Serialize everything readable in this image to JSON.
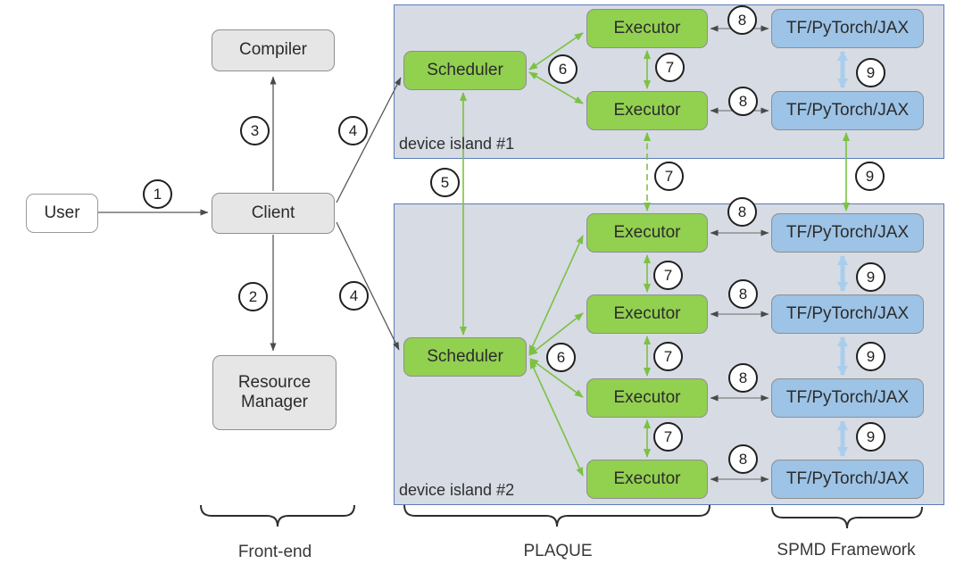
{
  "nodes": {
    "user": "User",
    "client": "Client",
    "compiler": "Compiler",
    "resource_manager": "Resource Manager",
    "scheduler": "Scheduler",
    "executor": "Executor",
    "framework": "TF/PyTorch/JAX"
  },
  "islands": {
    "island1": "device island #1",
    "island2": "device island #2"
  },
  "steps": {
    "1": "1",
    "2": "2",
    "3": "3",
    "4": "4",
    "5": "5",
    "6": "6",
    "7": "7",
    "8": "8",
    "9": "9"
  },
  "legend": {
    "frontend": "Front-end",
    "plaque": "PLAQUE",
    "spmd": "SPMD Framework"
  },
  "colors": {
    "island_fill": "#D6DBE4",
    "island_border": "#5C7CB8",
    "green_box": "#92D050",
    "blue_box": "#9DC3E6",
    "gray_box": "#E7E6E6",
    "white_box": "#FFFFFF",
    "green_arrow": "#7CC142",
    "blue_arrow": "#A9CDED",
    "gray_arrow": "#595959"
  }
}
